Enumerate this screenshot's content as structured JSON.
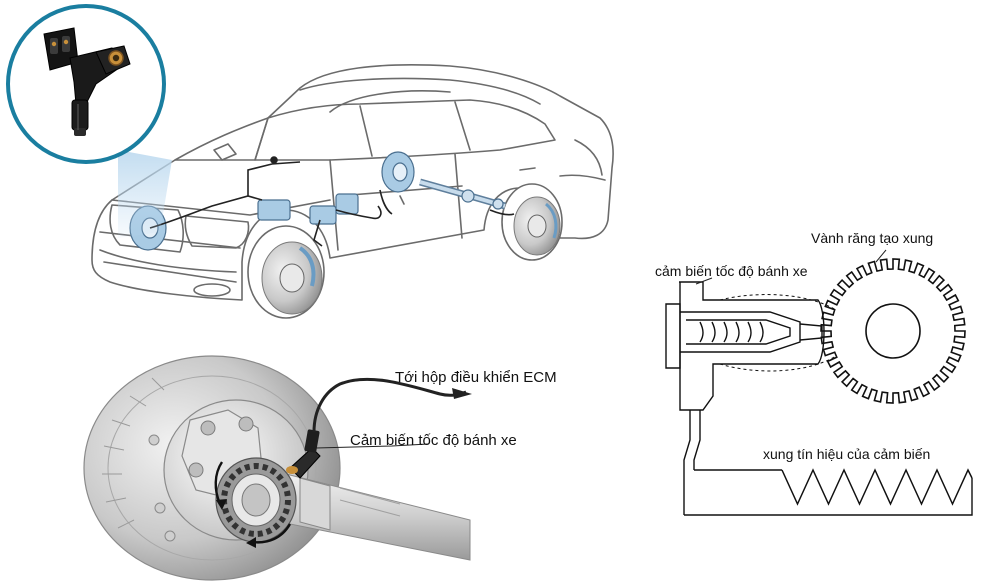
{
  "labels": {
    "ecm": "Tới hộp điều khiển ECM",
    "sensor_hub": "Cảm biến tốc độ bánh xe",
    "tone_ring": "Vành răng tạo xung",
    "sensor_right": "cảm biến tốc độ bánh xe",
    "pulse": "xung tín hiệu của cảm biến"
  },
  "colors": {
    "inset_ring": "#1a7ea0",
    "line": "#222222",
    "ring_teeth": "#111111",
    "car_line": "#6b6b6b",
    "part_blue": "#a9cbe4",
    "sensor_body": "#111111",
    "sensor_brass": "#c8903a",
    "disc_grey": "#b9b9b9"
  }
}
